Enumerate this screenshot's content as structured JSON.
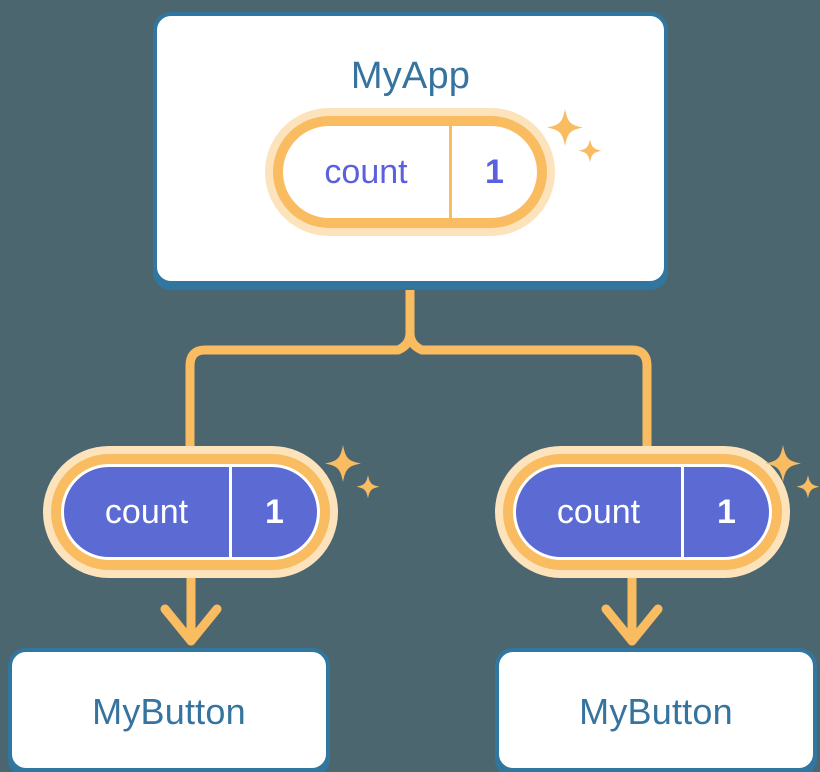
{
  "diagram": {
    "title": "MyApp component tree with shared count state",
    "background_color": "#4c6670",
    "accent_blue": "#31769e",
    "accent_orange": "#fabc61",
    "accent_orange_glow": "#fce3bb",
    "accent_indigo": "#5c6bd4",
    "text_blue": "#36749f",
    "text_indigo": "#5b60dd"
  },
  "app": {
    "title": "MyApp",
    "state": {
      "name": "count",
      "value": "1"
    }
  },
  "children": [
    {
      "title": "MyButton",
      "state": {
        "name": "count",
        "value": "1"
      }
    },
    {
      "title": "MyButton",
      "state": {
        "name": "count",
        "value": "1"
      }
    }
  ],
  "icons": {
    "sparkle_large": "sparkle-four-point-icon",
    "sparkle_small": "sparkle-four-point-small-icon",
    "arrow": "arrow-down-icon",
    "branch": "branch-connector-icon"
  }
}
